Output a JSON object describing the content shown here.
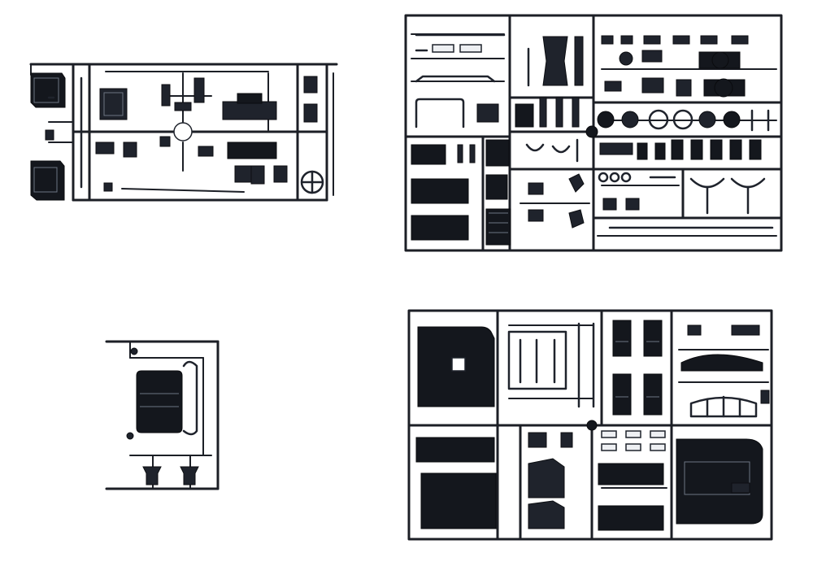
{
  "image": {
    "background": "#ffffff",
    "plastic_color": "#1f232c",
    "subject": "model-kit-sprues",
    "sprues": [
      {
        "name": "sprue-top-left"
      },
      {
        "name": "sprue-top-right"
      },
      {
        "name": "sprue-bottom-left"
      },
      {
        "name": "sprue-bottom-right"
      }
    ]
  }
}
